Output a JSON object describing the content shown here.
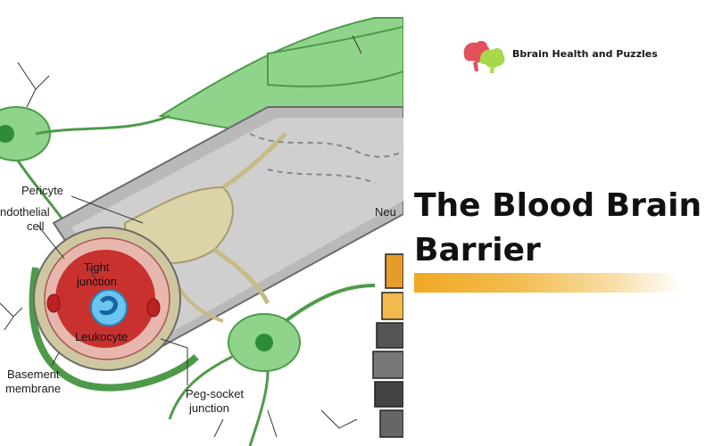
{
  "brand": {
    "name": "Bbrain Health and Puzzles",
    "logo_icon": "brain-logo-icon"
  },
  "title": "The Blood Brain Barrier",
  "colors": {
    "accent_bar": "#f0a823",
    "neuron": "#8fd48a",
    "vessel_wall": "#c9c9c9",
    "lumen": "#c9312f",
    "leukocyte": "#39a9e0"
  },
  "diagram": {
    "labels": {
      "pericyte": "Pericyte",
      "endothelial": [
        "ndothelial",
        "cell"
      ],
      "tight_junction": [
        "Tight",
        "junction"
      ],
      "leukocyte": "Leukocyte",
      "basement_membrane": [
        "Basement",
        "membrane"
      ],
      "peg_socket": [
        "Peg-socket",
        "junction"
      ],
      "neuron_partial": "Neu"
    }
  }
}
